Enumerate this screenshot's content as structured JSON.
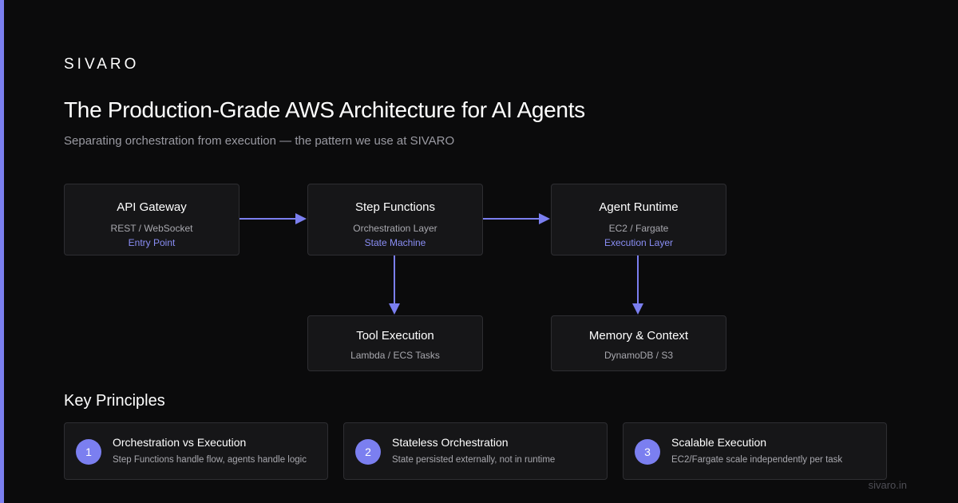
{
  "brand": "SIVARO",
  "title": "The Production-Grade AWS Architecture for AI Agents",
  "subtitle": "Separating orchestration from execution — the pattern we use at SIVARO",
  "nodes": {
    "api_gateway": {
      "title": "API Gateway",
      "sub": "REST / WebSocket",
      "tag": "Entry Point"
    },
    "step_functions": {
      "title": "Step Functions",
      "sub": "Orchestration Layer",
      "tag": "State Machine"
    },
    "agent_runtime": {
      "title": "Agent Runtime",
      "sub": "EC2 / Fargate",
      "tag": "Execution Layer"
    },
    "tool_execution": {
      "title": "Tool Execution",
      "sub": "Lambda / ECS Tasks"
    },
    "memory_context": {
      "title": "Memory & Context",
      "sub": "DynamoDB / S3"
    }
  },
  "edges": [
    {
      "from": "API Gateway",
      "to": "Step Functions"
    },
    {
      "from": "Step Functions",
      "to": "Agent Runtime"
    },
    {
      "from": "Step Functions",
      "to": "Tool Execution"
    },
    {
      "from": "Agent Runtime",
      "to": "Memory & Context"
    }
  ],
  "principles_heading": "Key Principles",
  "principles": [
    {
      "num": "1",
      "title": "Orchestration vs Execution",
      "desc": "Step Functions handle flow, agents handle logic"
    },
    {
      "num": "2",
      "title": "Stateless Orchestration",
      "desc": "State persisted externally, not in runtime"
    },
    {
      "num": "3",
      "title": "Scalable Execution",
      "desc": "EC2/Fargate scale independently per task"
    }
  ],
  "footer": "sivaro.in",
  "colors": {
    "accent": "#7b7ff0",
    "background": "#0b0b0c",
    "card": "#161618",
    "tag_text": "#8a8ef5"
  }
}
